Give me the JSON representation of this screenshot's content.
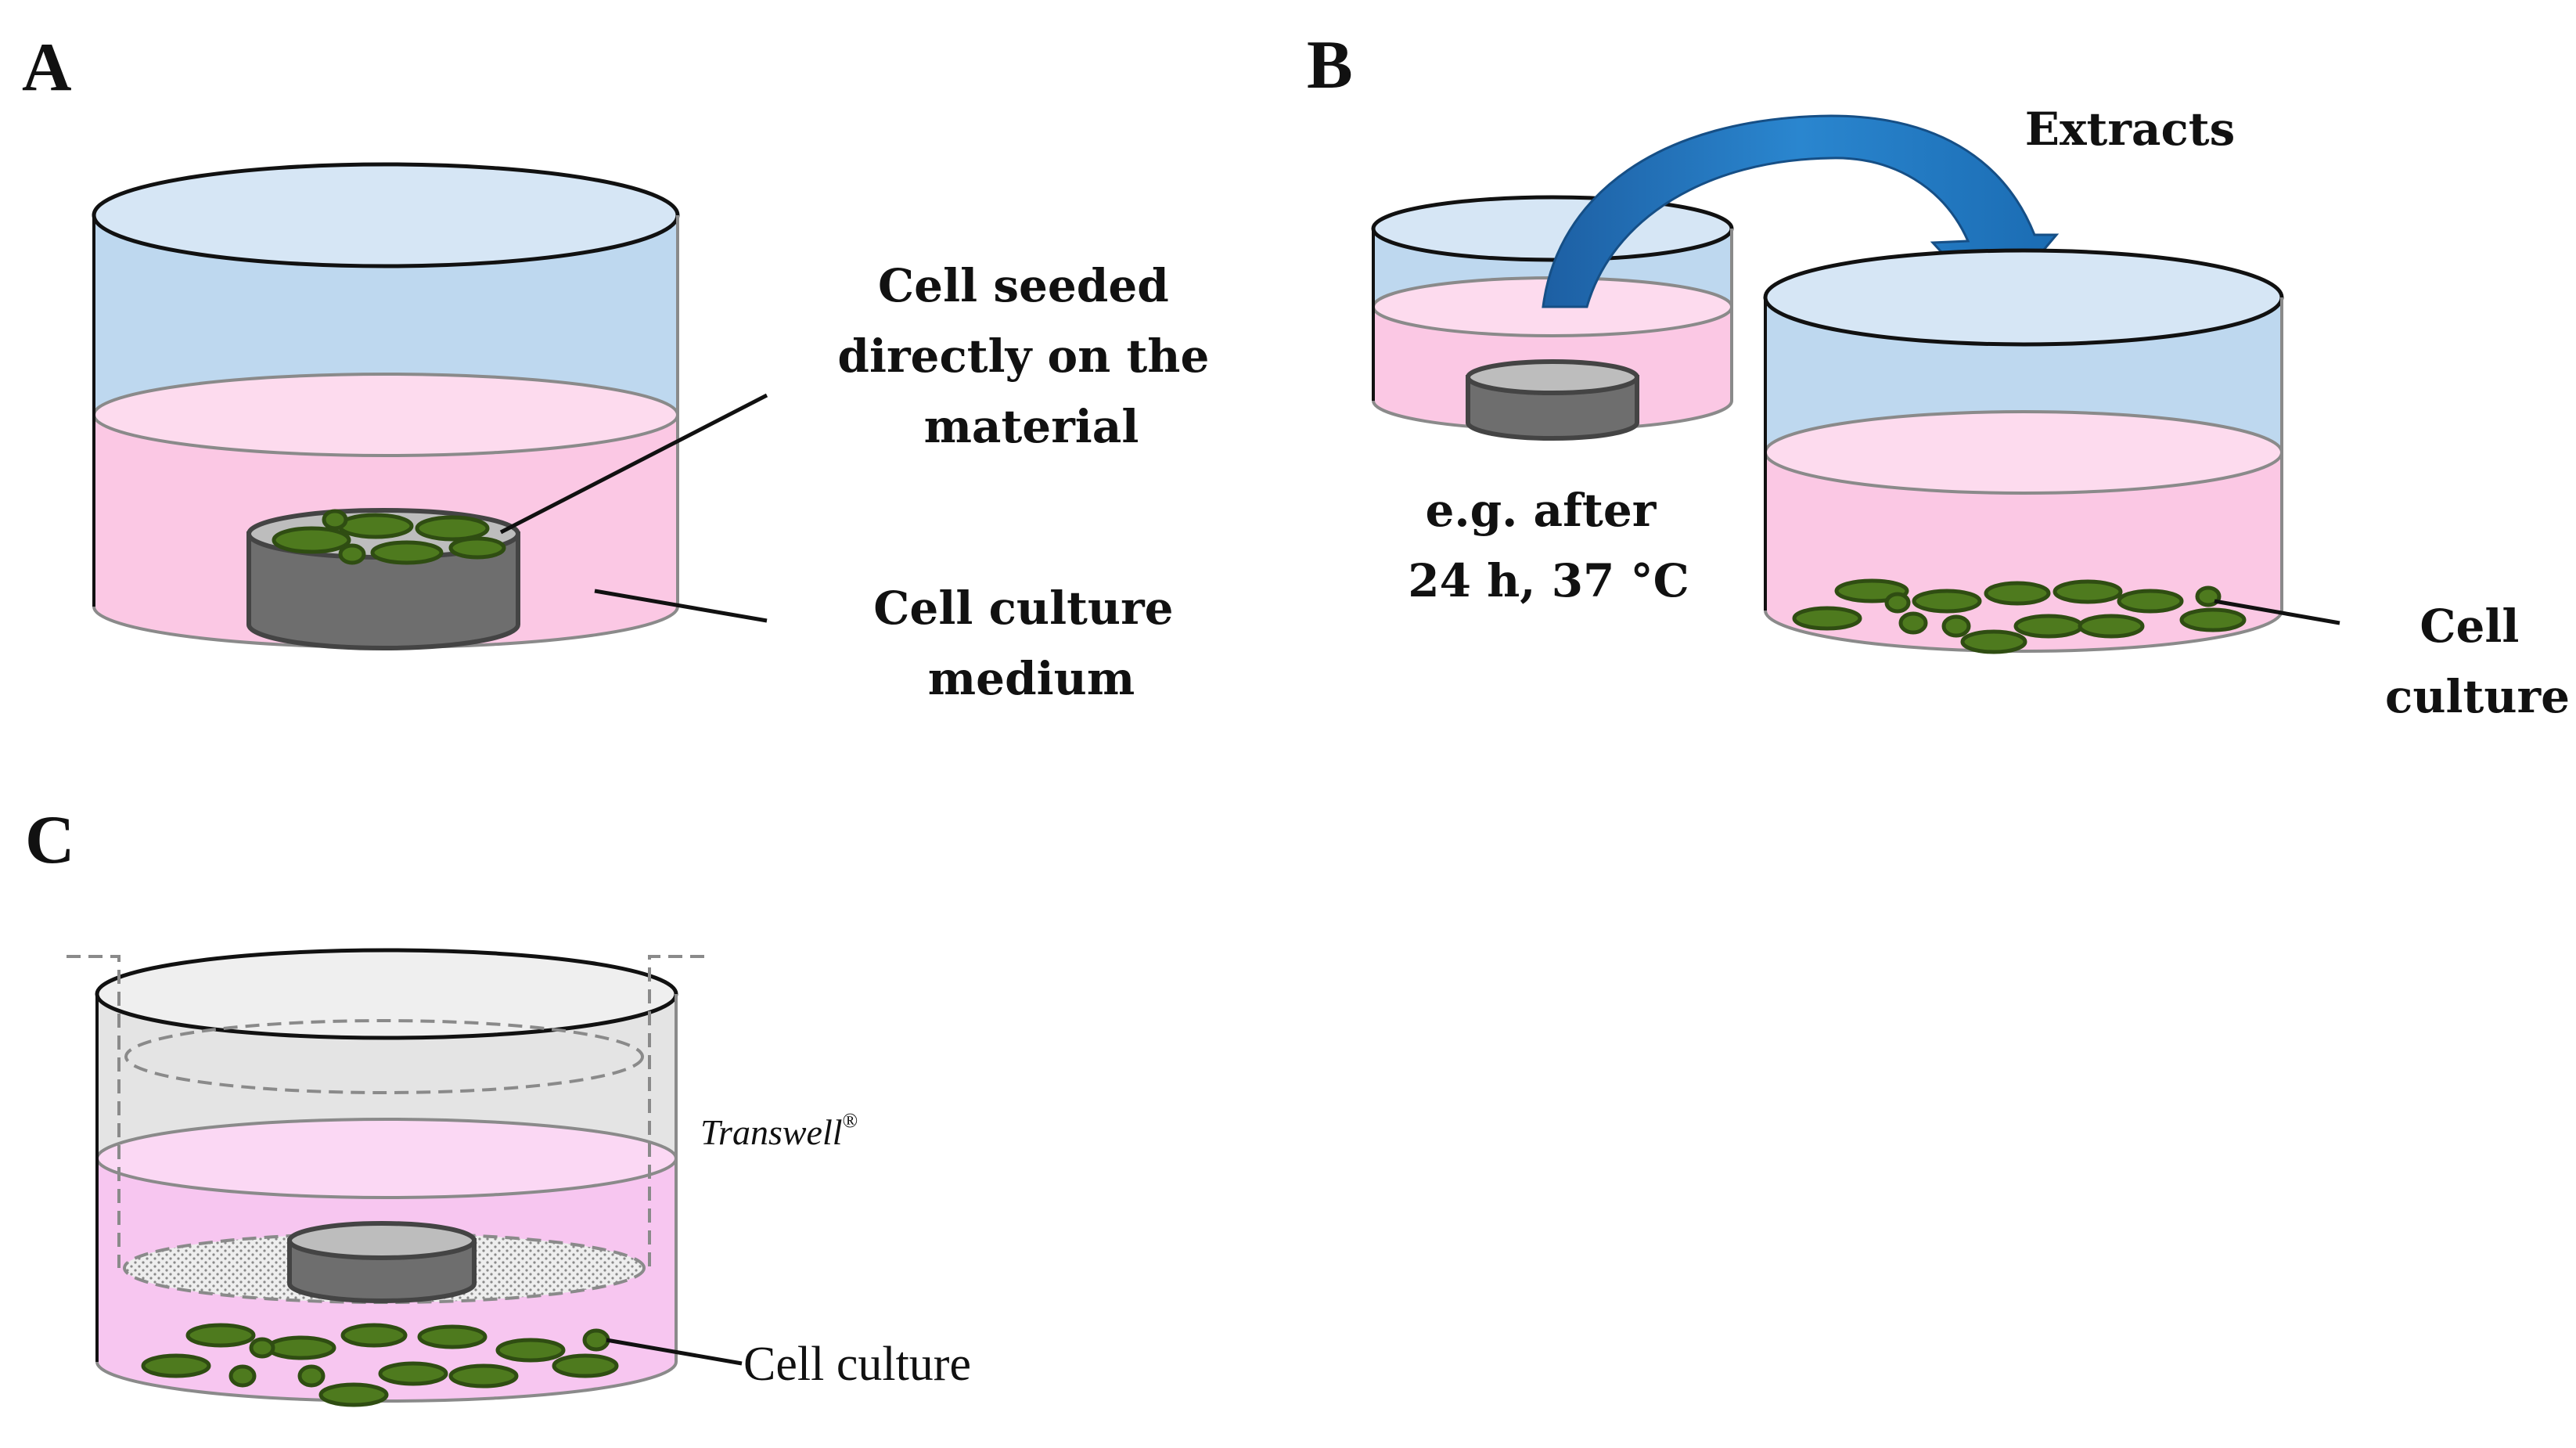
{
  "panels": {
    "a": {
      "letter": "A",
      "label_material": [
        "Cell seeded",
        "directly on the",
        "material"
      ],
      "label_medium": [
        "Cell culture",
        "medium"
      ]
    },
    "b": {
      "letter": "B",
      "label_arrow": "Extracts",
      "label_incubation": [
        "e.g. after",
        "24 h, 37 °C"
      ],
      "label_culture": [
        "Cell",
        "culture"
      ]
    },
    "c": {
      "letter": "C",
      "label_insert": "Transwell",
      "label_insert_mark": "®",
      "label_culture": "Cell culture"
    }
  },
  "colors": {
    "medium_pink": "#fbc8e4",
    "medium_top_pink": "#fddbee",
    "headspace_blue": "#bed8ef",
    "lid_blue": "#d6e6f5",
    "cell_green": "#4e7a1e",
    "cell_outline": "#2f4d12",
    "disc_grey": "#6e6e6e",
    "arrow_blue": "#1b6cb3",
    "insert_grey": "#d9d9d9",
    "transwell_pink": "#f7c6f0"
  },
  "icons": [
    "culture-dish",
    "material-disc",
    "cell",
    "transfer-arrow",
    "transwell-insert",
    "porous-membrane"
  ]
}
